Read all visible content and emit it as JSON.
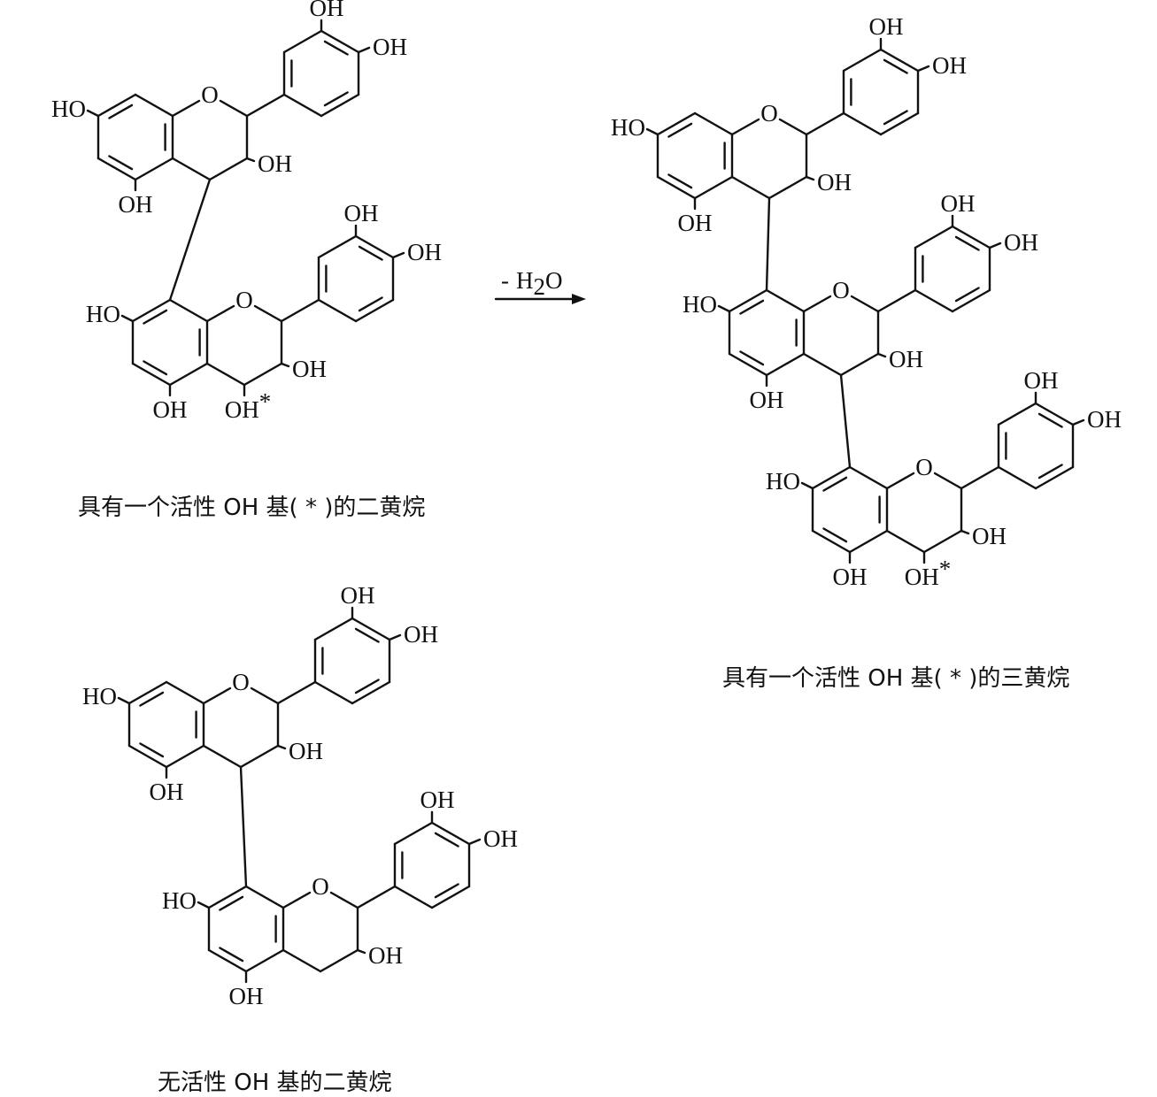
{
  "labels": {
    "hydroxyl": "OH",
    "hydroxyl_left": "HO",
    "ring_oxygen": "O",
    "active_marker": "*",
    "water_hydrogen": "H",
    "water_subscript": "2",
    "water_oxygen": "O",
    "minus_sign": "-"
  },
  "reaction": {
    "conditions_label": "- H2O"
  },
  "captions": {
    "dimer_active": "具有一个活性 OH 基( * )的二黄烷",
    "trimer_active": "具有一个活性 OH 基( * )的三黄烷",
    "dimer_inactive": "无活性 OH 基的二黄烷"
  },
  "molecules": [
    {
      "id": "dimer-active",
      "flavan_units": 2,
      "active_oh": true
    },
    {
      "id": "trimer-active",
      "flavan_units": 3,
      "active_oh": true
    },
    {
      "id": "dimer-inactive",
      "flavan_units": 2,
      "active_oh": false
    }
  ]
}
